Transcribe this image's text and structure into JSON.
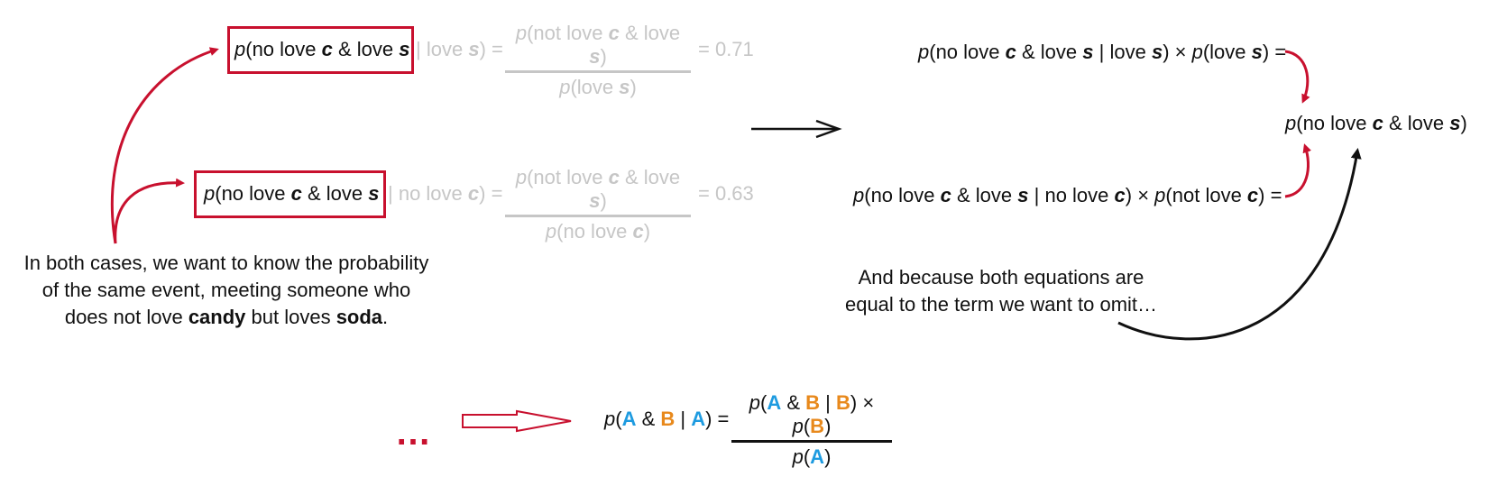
{
  "colors": {
    "accent_red": "#c8102e",
    "faded_gray": "#c6c6c6",
    "term_A": "#1e9be0",
    "term_B": "#e8891c",
    "text": "#111111"
  },
  "eq1": {
    "p": "p",
    "hl_1": "(no love ",
    "hl_c": "c",
    "hl_2": " & love ",
    "hl_s": "s",
    "cond_1": "| love ",
    "cond_s": "s",
    "cond_2": ") =",
    "num_1": "p",
    "num_2": "(not love ",
    "num_c": "c",
    "num_3": " & love ",
    "num_s": "s",
    "num_4": ")",
    "den_1": "p",
    "den_2": "(love ",
    "den_s": "s",
    "den_3": ")",
    "result": "= 0.71"
  },
  "eq2": {
    "p": "p",
    "hl_1": "(no love ",
    "hl_c": "c",
    "hl_2": " & love ",
    "hl_s": "s",
    "cond_1": "| no love ",
    "cond_c": "c",
    "cond_2": ") =",
    "num_1": "p",
    "num_2": "(not love ",
    "num_c": "c",
    "num_3": " & love ",
    "num_s": "s",
    "num_4": ")",
    "den_1": "p",
    "den_2": "(no love ",
    "den_c": "c",
    "den_3": ")",
    "result": "= 0.63"
  },
  "note_left": {
    "line1": "In both cases, we want to know the probability",
    "line2": "of the same event, meeting someone who",
    "line3_a": "does not love ",
    "line3_candy": "candy",
    "line3_b": " but loves ",
    "line3_soda": "soda",
    "line3_c": "."
  },
  "right_top": {
    "p1": "p",
    "t1": "(no love ",
    "c": "c",
    "t2": " & love ",
    "s1": "s",
    "t3": " | love ",
    "s2": "s",
    "t4": ") × ",
    "p2": "p",
    "t5": "(love ",
    "s3": "s",
    "t6": ") ="
  },
  "right_mid": {
    "p": "p",
    "t1": "(no love ",
    "c": "c",
    "t2": " & love ",
    "s": "s",
    "t3": ")"
  },
  "right_bottom": {
    "p1": "p",
    "t1": "(no love ",
    "c1": "c",
    "t2": " & love ",
    "s": "s",
    "t3": " | no love ",
    "c2": "c",
    "t4": ") × ",
    "p2": "p",
    "t5": "(not love ",
    "c3": "c",
    "t6": ") ="
  },
  "note_right": {
    "line1": "And because both equations are",
    "line2": "equal to the term we want to omit…"
  },
  "ellipsis": "…",
  "formula": {
    "lhs_p": "p",
    "lhs_1": "(",
    "A1": "A",
    "lhs_2": " & ",
    "B1": "B",
    "lhs_3": " | ",
    "A2": "A",
    "lhs_4": ") =",
    "num_p1": "p",
    "num_1": "(",
    "A3": "A",
    "num_2": " & ",
    "B2": "B",
    "num_3": " | ",
    "B3": "B",
    "num_4": ") × ",
    "num_p2": "p",
    "num_5": "(",
    "B4": "B",
    "num_6": ")",
    "den_p": "p",
    "den_1": "(",
    "A4": "A",
    "den_2": ")"
  }
}
